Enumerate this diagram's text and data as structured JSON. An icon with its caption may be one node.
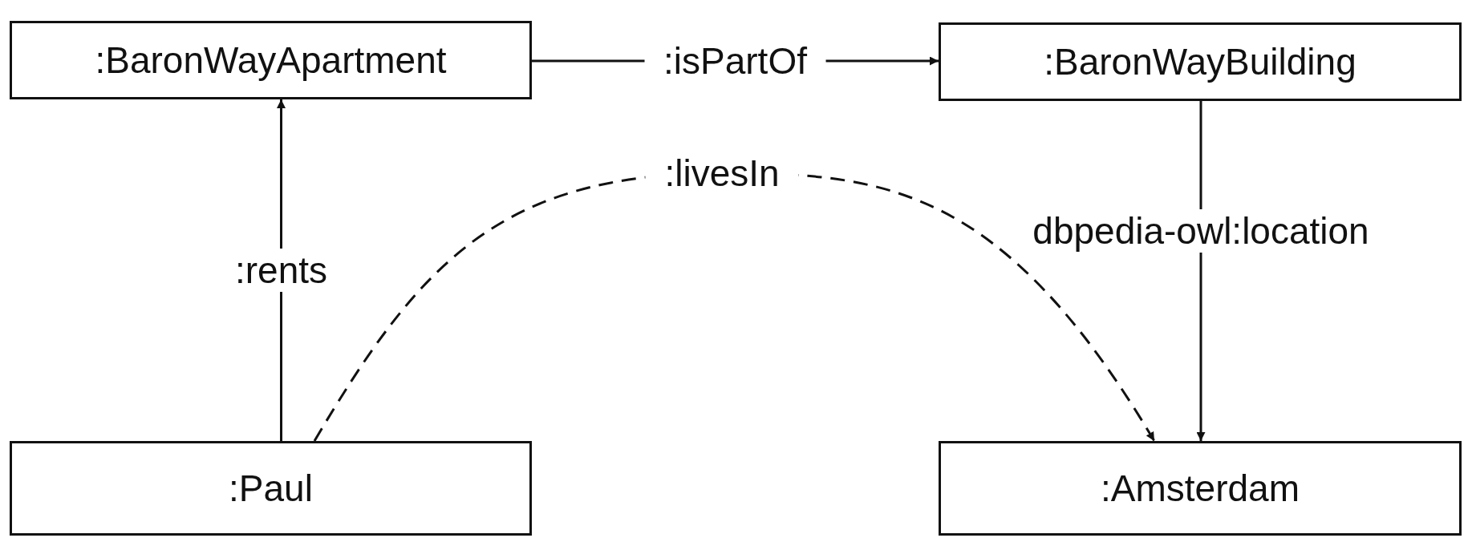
{
  "diagram": {
    "nodes": [
      {
        "text": [
          ":BaronWayApartment"
        ]
      },
      {
        "text": [
          ":BaronWayBuilding"
        ]
      },
      {
        "text": [
          ":Paul"
        ]
      },
      {
        "text": [
          ":Amsterdam"
        ]
      }
    ],
    "edges": [
      {
        "from": 0,
        "to": 1,
        "arrow": "to",
        "label": ":isPartOf"
      },
      {
        "from": 2,
        "to": 0,
        "arrow": "to",
        "label": ":rents"
      },
      {
        "from": 2,
        "to": 3,
        "arrow": "to",
        "label": ":livesIn",
        "style": "dashed"
      },
      {
        "from": 1,
        "to": 3,
        "arrow": "to",
        "label": "dbpedia-owl:location"
      }
    ]
  }
}
